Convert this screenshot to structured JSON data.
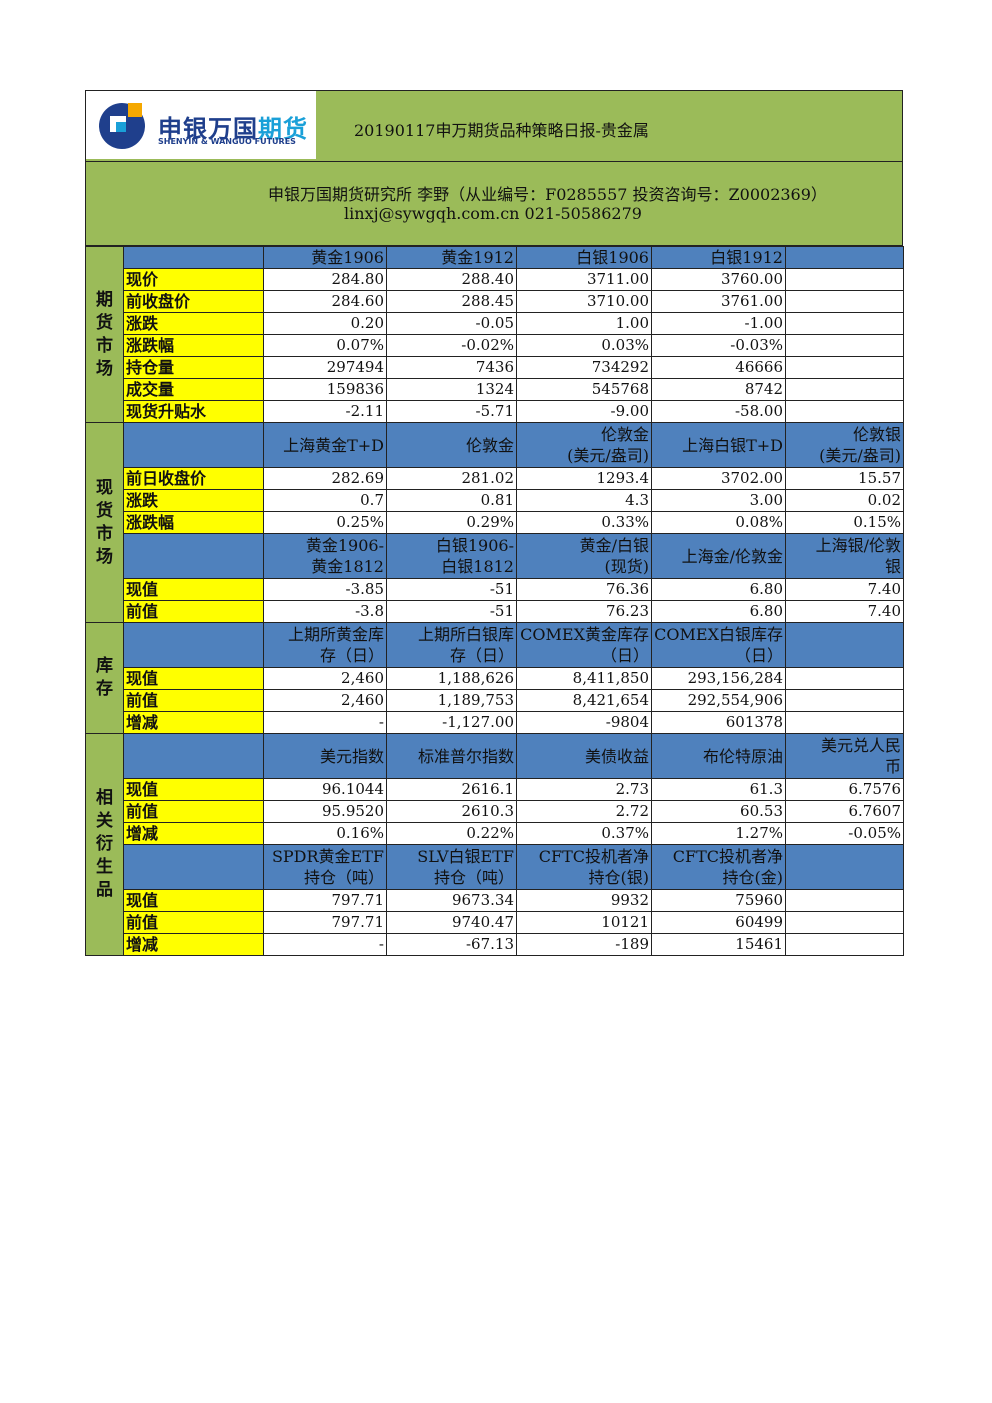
{
  "logo": {
    "cn_a": "申银万国",
    "cn_b": "期货",
    "en": "SHENYIN & WANGUO FUTURES",
    "colors": {
      "navy": "#1f3f8c",
      "cyan": "#1aa0d8",
      "gold": "#f5a800"
    }
  },
  "title": "20190117申万期货品种策略日报-贵金属",
  "info": {
    "line1": "申银万国期货研究所 李野（从业编号：F0285557 投资咨询号：Z0002369）",
    "line2": "linxj@sywgqh.com.cn   021-50586279"
  },
  "colors": {
    "header_green": "#9bbb59",
    "col_header_blue": "#4f81bd",
    "label_yellow": "#ffff00"
  },
  "sections": {
    "futures": {
      "side": "期货市场",
      "headers": [
        "黄金1906",
        "黄金1912",
        "白银1906",
        "白银1912",
        ""
      ],
      "rows": [
        {
          "label": "现价",
          "values": [
            "284.80",
            "288.40",
            "3711.00",
            "3760.00",
            ""
          ]
        },
        {
          "label": "前收盘价",
          "values": [
            "284.60",
            "288.45",
            "3710.00",
            "3761.00",
            ""
          ]
        },
        {
          "label": "涨跌",
          "values": [
            "0.20",
            "-0.05",
            "1.00",
            "-1.00",
            ""
          ]
        },
        {
          "label": "涨跌幅",
          "values": [
            "0.07%",
            "-0.02%",
            "0.03%",
            "-0.03%",
            ""
          ]
        },
        {
          "label": "持仓量",
          "values": [
            "297494",
            "7436",
            "734292",
            "46666",
            ""
          ]
        },
        {
          "label": "成交量",
          "values": [
            "159836",
            "1324",
            "545768",
            "8742",
            ""
          ]
        },
        {
          "label": "现货升贴水",
          "values": [
            "-2.11",
            "-5.71",
            "-9.00",
            "-58.00",
            ""
          ]
        }
      ]
    },
    "spot": {
      "side": "现货市场",
      "headers": [
        [
          "上海黄金T+D"
        ],
        [
          "伦敦金"
        ],
        [
          "伦敦金",
          "(美元/盎司)"
        ],
        [
          "上海白银T+D"
        ],
        [
          "伦敦银",
          "(美元/盎司)"
        ]
      ],
      "rows": [
        {
          "label": "前日收盘价",
          "values": [
            "282.69",
            "281.02",
            "1293.4",
            "3702.00",
            "15.57"
          ]
        },
        {
          "label": "涨跌",
          "values": [
            "0.7",
            "0.81",
            "4.3",
            "3.00",
            "0.02"
          ]
        },
        {
          "label": "涨跌幅",
          "values": [
            "0.25%",
            "0.29%",
            "0.33%",
            "0.08%",
            "0.15%"
          ]
        }
      ],
      "headers2": [
        [
          "黄金1906-",
          "黄金1812"
        ],
        [
          "白银1906-",
          "白银1812"
        ],
        [
          "黄金/白银",
          "(现货)"
        ],
        [
          "上海金/伦敦金"
        ],
        [
          "上海银/伦敦",
          "银"
        ]
      ],
      "rows2": [
        {
          "label": "现值",
          "values": [
            "-3.85",
            "-51",
            "76.36",
            "6.80",
            "7.40"
          ]
        },
        {
          "label": "前值",
          "values": [
            "-3.8",
            "-51",
            "76.23",
            "6.80",
            "7.40"
          ]
        }
      ]
    },
    "inventory": {
      "side": "库存",
      "headers": [
        [
          "上期所黄金库",
          "存（日）"
        ],
        [
          "上期所白银库",
          "存（日）"
        ],
        [
          "COMEX黄金库存",
          "（日）"
        ],
        [
          "COMEX白银库存",
          "（日）"
        ],
        [
          ""
        ]
      ],
      "rows": [
        {
          "label": "现值",
          "values": [
            "2,460",
            "1,188,626",
            "8,411,850",
            "293,156,284",
            ""
          ]
        },
        {
          "label": "前值",
          "values": [
            "2,460",
            "1,189,753",
            "8,421,654",
            "292,554,906",
            ""
          ]
        },
        {
          "label": "增减",
          "values": [
            "-",
            "-1,127.00",
            "-9804",
            "601378",
            ""
          ]
        }
      ]
    },
    "derivatives": {
      "side": "相关衍生品",
      "headers": [
        [
          "美元指数"
        ],
        [
          "标准普尔指数"
        ],
        [
          "美债收益"
        ],
        [
          "布伦特原油"
        ],
        [
          "美元兑人民",
          "币"
        ]
      ],
      "rows": [
        {
          "label": "现值",
          "values": [
            "96.1044",
            "2616.1",
            "2.73",
            "61.3",
            "6.7576"
          ]
        },
        {
          "label": "前值",
          "values": [
            "95.9520",
            "2610.3",
            "2.72",
            "60.53",
            "6.7607"
          ]
        },
        {
          "label": "增减",
          "values": [
            "0.16%",
            "0.22%",
            "0.37%",
            "1.27%",
            "-0.05%"
          ]
        }
      ],
      "headers2": [
        [
          "SPDR黄金ETF",
          "持仓（吨）"
        ],
        [
          "SLV白银ETF",
          "持仓（吨）"
        ],
        [
          "CFTC投机者净",
          "持仓(银)"
        ],
        [
          "CFTC投机者净",
          "持仓(金)"
        ],
        [
          ""
        ]
      ],
      "rows2": [
        {
          "label": "现值",
          "values": [
            "797.71",
            "9673.34",
            "9932",
            "75960",
            ""
          ]
        },
        {
          "label": "前值",
          "values": [
            "797.71",
            "9740.47",
            "10121",
            "60499",
            ""
          ]
        },
        {
          "label": "增减",
          "values": [
            "-",
            "-67.13",
            "-189",
            "15461",
            ""
          ]
        }
      ]
    }
  }
}
